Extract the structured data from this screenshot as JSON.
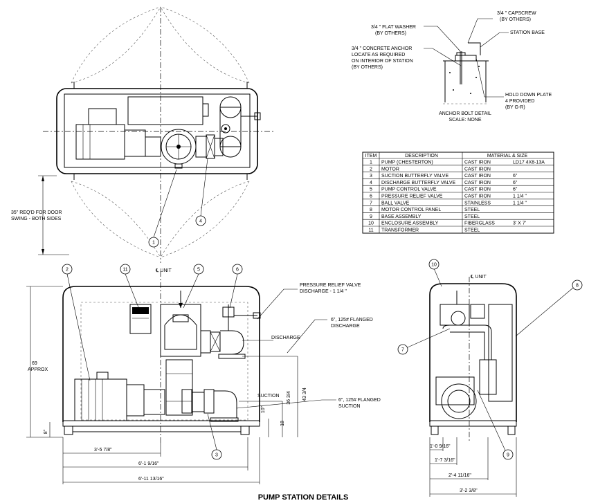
{
  "title": "PUMP STATION DETAILS",
  "anchor_detail": {
    "capscrew": [
      "3/4 \" CAPSCREW",
      "(BY OTHERS)"
    ],
    "flat_washer": [
      "3/4 \" FLAT WASHER",
      "(BY OTHERS)"
    ],
    "station_base": "STATION BASE",
    "concrete_anchor": [
      "3/4 \" CONCRETE ANCHOR",
      "LOCATE AS REQUIRED",
      "ON INTERIOR OF STATION",
      "(BY OTHERS)"
    ],
    "hold_down": [
      "HOLD DOWN PLATE",
      "4 PROVIDED",
      "(BY G-R)"
    ],
    "caption": [
      "ANCHOR BOLT DETAIL",
      "SCALE: NONE"
    ]
  },
  "table": {
    "headers": [
      "ITEM",
      "DESCRIPTION",
      "MATERIAL & SIZE"
    ],
    "rows": [
      [
        "1",
        "PUMP    (CHESTERTON)",
        "CAST IRON",
        "LD17  4X8-13A"
      ],
      [
        "2",
        "MOTOR",
        "CAST IRON",
        ""
      ],
      [
        "3",
        "SUCTION BUTTERFLY VALVE",
        "CAST IRON",
        "6\""
      ],
      [
        "4",
        "DISCHARGE BUTTERFLY VALVE",
        "CAST IRON",
        "6\""
      ],
      [
        "5",
        "PUMP CONTROL VALVE",
        "CAST IRON",
        "6\""
      ],
      [
        "6",
        "PRESSURE RELIEF VALVE",
        "CAST IRON",
        "1 1/4 \""
      ],
      [
        "7",
        "BALL VALVE",
        "STAINLESS",
        "1 1/4 \""
      ],
      [
        "8",
        "MOTOR CONTROL PANEL",
        "STEEL",
        ""
      ],
      [
        "9",
        "BASE ASSEMBLY",
        "STEEL",
        ""
      ],
      [
        "10",
        "ENCLOSURE ASSEMBLY",
        "FIBERGLASS",
        "3' X 7'"
      ],
      [
        "11",
        "TRANSFORMER",
        "STEEL",
        ""
      ]
    ]
  },
  "plan": {
    "door_note": [
      "35\" REQ'D FOR DOOR",
      "SWING - BOTH SIDES"
    ],
    "callouts": [
      "1",
      "4"
    ]
  },
  "front": {
    "unit_label": "℄ UNIT",
    "relief_note": [
      "PRESSURE RELIEF VALVE",
      "DISCHARGE - 1 1/4 \""
    ],
    "discharge_flange": [
      "6\", 125# FLANGED",
      "DISCHARGE"
    ],
    "discharge": "DISCHARGE",
    "suction": "SUCTION",
    "suction_flange": [
      "6\", 125# FLANGED",
      "SUCTION"
    ],
    "approx": [
      "69",
      "APPROX"
    ],
    "dims": {
      "d43": "43 3/4",
      "d36": "36 3/4",
      "d10": "10\"",
      "d18": "18",
      "d8": "8\"",
      "w1": "3'-5 7/8\"",
      "w2": "6'-1 9/16\"",
      "w3": "6'-11 13/16\""
    },
    "callouts": [
      "2",
      "11",
      "5",
      "6",
      "3"
    ]
  },
  "side": {
    "unit_label": "℄ UNIT",
    "dims": [
      "1'-0 9/16\"",
      "1'-7 3/16\"",
      "2'-4 11/16\"",
      "3'-2 3/8\""
    ],
    "callouts": [
      "10",
      "8",
      "7",
      "9"
    ]
  }
}
